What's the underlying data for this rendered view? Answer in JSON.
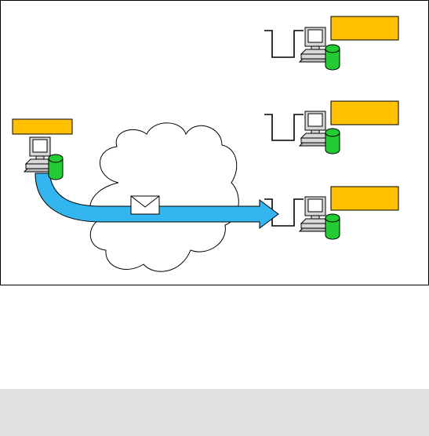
{
  "diagram": {
    "colors": {
      "background": "#ffffff",
      "frame": "#000000",
      "label_box": "#ffc000",
      "arrow": "#33b5f0",
      "database": "#22cc33",
      "computer_body": "#d8d8d8",
      "screen": "#ffffff",
      "cloud_fill": "#ffffff",
      "bottom_bar": "#e0e0e0"
    },
    "nodes": [
      {
        "id": "sender",
        "role": "sender",
        "label": "",
        "icon": "computer-with-database-icon"
      },
      {
        "id": "receiver-1",
        "role": "receiver",
        "label": "",
        "icon": "computer-with-database-icon"
      },
      {
        "id": "receiver-2",
        "role": "receiver",
        "label": "",
        "icon": "computer-with-database-icon"
      },
      {
        "id": "receiver-3",
        "role": "receiver",
        "label": "",
        "icon": "computer-with-database-icon"
      }
    ],
    "network": {
      "icon": "cloud-icon"
    },
    "message": {
      "icon": "envelope-icon"
    },
    "flow": {
      "from": "sender",
      "to": "receiver-3"
    }
  }
}
